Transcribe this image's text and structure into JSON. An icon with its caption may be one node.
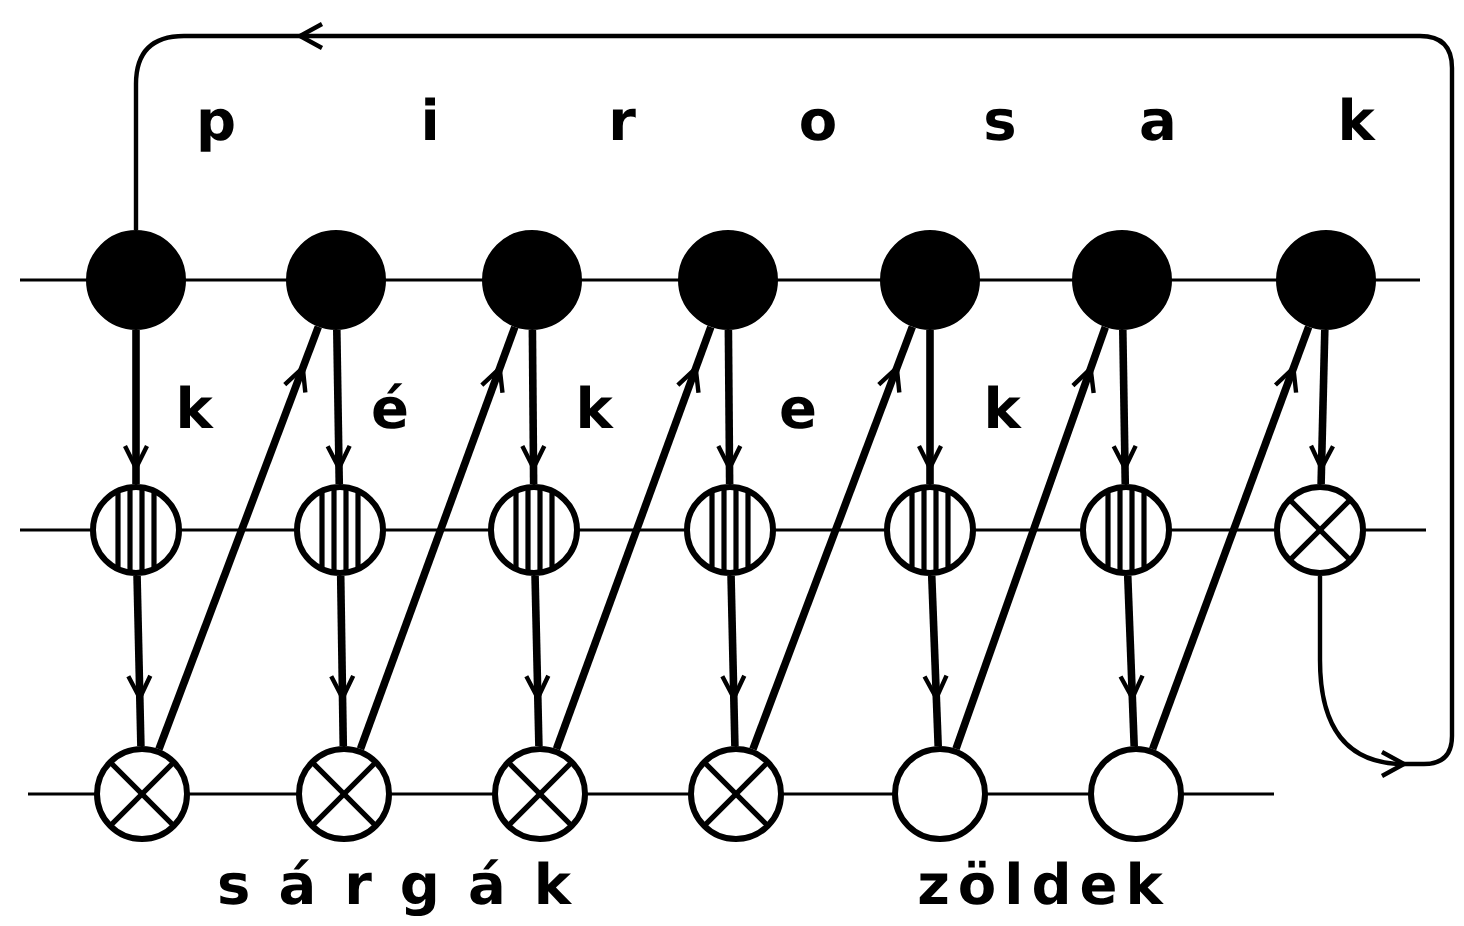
{
  "diagram": {
    "nodes": [
      {
        "text": [],
        "shape": "circle"
      },
      {
        "text": [],
        "shape": "circle"
      },
      {
        "text": [],
        "shape": "circle"
      },
      {
        "text": [],
        "shape": "circle"
      },
      {
        "text": [],
        "shape": "circle"
      },
      {
        "text": [],
        "shape": "circle"
      },
      {
        "text": [],
        "shape": "circle"
      },
      {
        "text": [],
        "shape": "circle"
      },
      {
        "text": [],
        "shape": "circle"
      },
      {
        "text": [],
        "shape": "circle"
      },
      {
        "text": [],
        "shape": "circle"
      },
      {
        "text": [],
        "shape": "circle"
      },
      {
        "text": [],
        "shape": "circle"
      },
      {
        "text": [],
        "shape": "circle"
      },
      {
        "text": [],
        "shape": "circle"
      },
      {
        "text": [],
        "shape": "circle"
      },
      {
        "text": [],
        "shape": "circle"
      },
      {
        "text": [],
        "shape": "circle"
      },
      {
        "text": [],
        "shape": "circle"
      },
      {
        "text": [],
        "shape": "circle"
      }
    ],
    "edges": [
      {
        "from": 0,
        "to": 7,
        "arrow": "to"
      },
      {
        "from": 1,
        "to": 8,
        "arrow": "to"
      },
      {
        "from": 2,
        "to": 9,
        "arrow": "to"
      },
      {
        "from": 3,
        "to": 10,
        "arrow": "to"
      },
      {
        "from": 4,
        "to": 11,
        "arrow": "to"
      },
      {
        "from": 5,
        "to": 12,
        "arrow": "to"
      },
      {
        "from": 6,
        "to": 13,
        "arrow": "to"
      },
      {
        "from": 7,
        "to": 14,
        "arrow": "to"
      },
      {
        "from": 8,
        "to": 15,
        "arrow": "to"
      },
      {
        "from": 9,
        "to": 16,
        "arrow": "to"
      },
      {
        "from": 10,
        "to": 17,
        "arrow": "to"
      },
      {
        "from": 11,
        "to": 18,
        "arrow": "to"
      },
      {
        "from": 12,
        "to": 19,
        "arrow": "to"
      },
      {
        "from": 14,
        "to": 1,
        "arrow": "to"
      },
      {
        "from": 15,
        "to": 2,
        "arrow": "to"
      },
      {
        "from": 16,
        "to": 3,
        "arrow": "to"
      },
      {
        "from": 17,
        "to": 4,
        "arrow": "to"
      },
      {
        "from": 18,
        "to": 5,
        "arrow": "to"
      },
      {
        "from": 19,
        "to": 6,
        "arrow": "to"
      },
      {
        "from": 13,
        "to": 0,
        "arrow": "to"
      }
    ],
    "labels": [
      "p",
      "i",
      "r",
      "o",
      "s",
      "a",
      "k",
      "k",
      "é",
      "k",
      "e",
      "k",
      "sárgák",
      "zöldek"
    ]
  }
}
